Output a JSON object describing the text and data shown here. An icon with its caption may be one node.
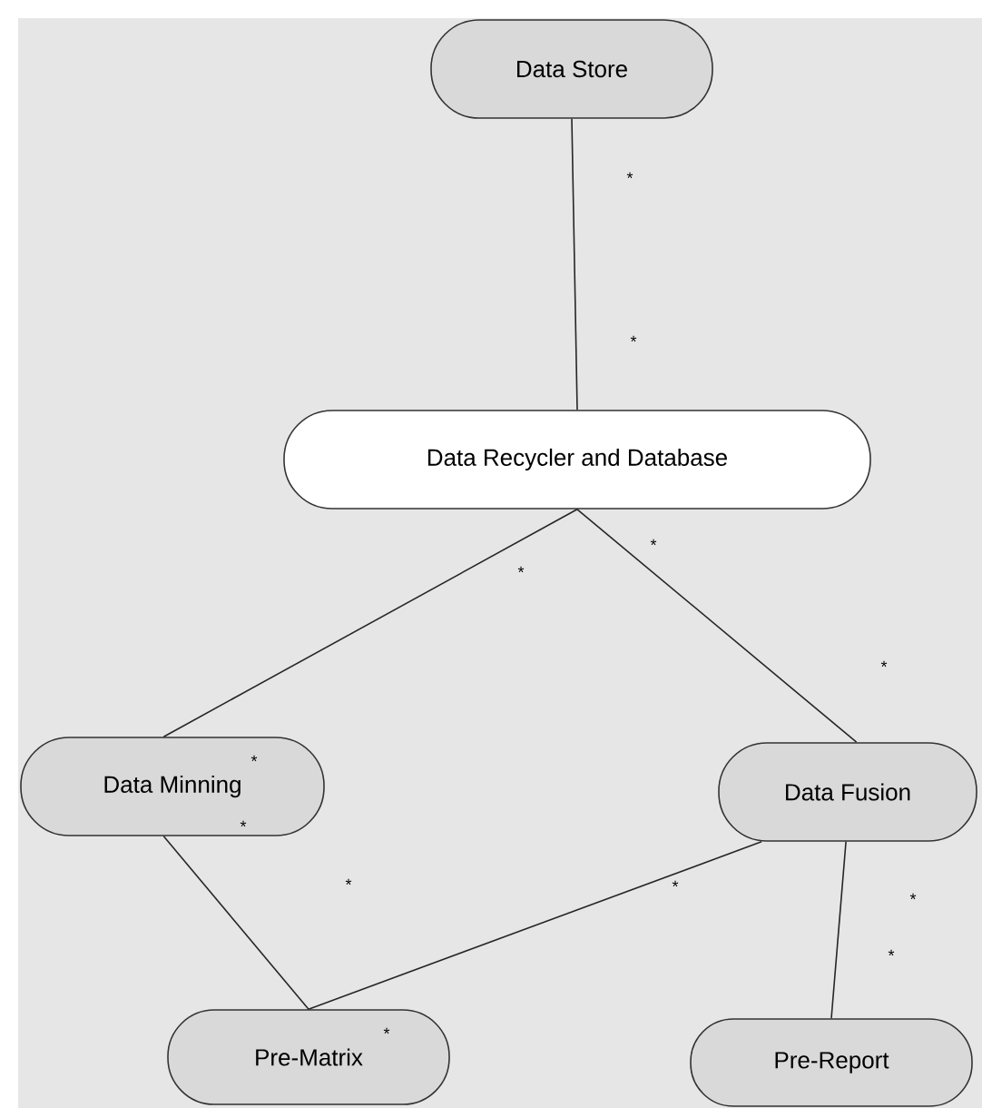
{
  "diagram": {
    "nodes": [
      {
        "text": [
          "Data Store"
        ]
      },
      {
        "text": [
          "Data Recycler and Database"
        ]
      },
      {
        "text": [
          "Data Minning"
        ]
      },
      {
        "text": [
          "Data Fusion"
        ]
      },
      {
        "text": [
          "Pre-Matrix"
        ]
      },
      {
        "text": [
          "Pre-Report"
        ]
      }
    ],
    "edges": [
      {
        "from": 0,
        "to": 1,
        "arrow": "none"
      },
      {
        "from": 1,
        "to": 2,
        "arrow": "none"
      },
      {
        "from": 1,
        "to": 3,
        "arrow": "none"
      },
      {
        "from": 2,
        "to": 4,
        "arrow": "none"
      },
      {
        "from": 3,
        "to": 4,
        "arrow": "none"
      },
      {
        "from": 3,
        "to": 5,
        "arrow": "none"
      }
    ],
    "labels": [
      "*",
      "*",
      "*",
      "*",
      "*",
      "*",
      "*",
      "*",
      "*",
      "*",
      "*",
      "*"
    ]
  }
}
